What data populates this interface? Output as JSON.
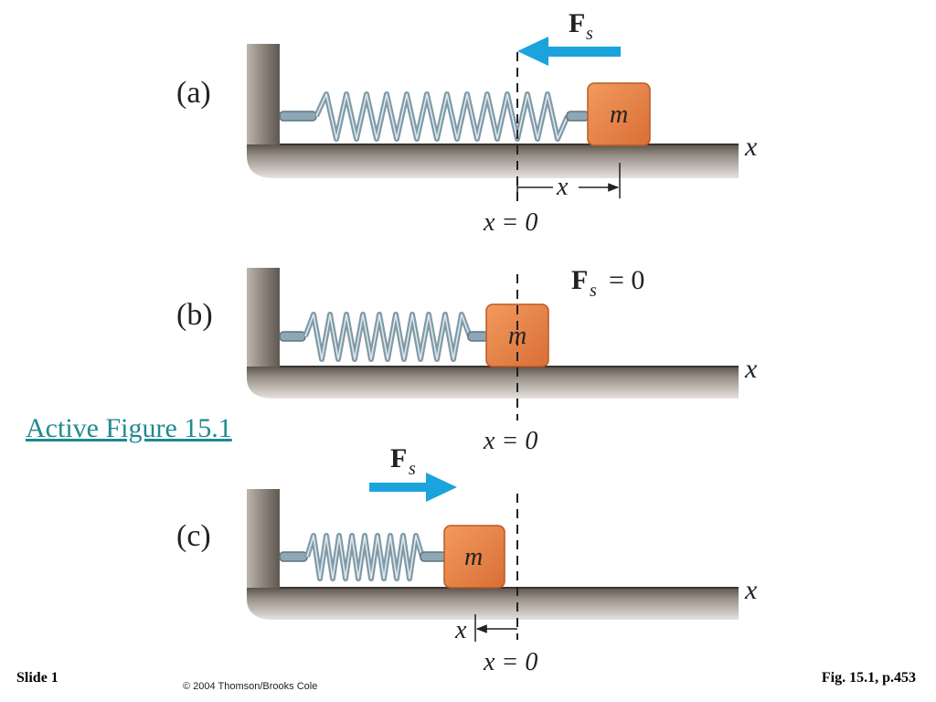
{
  "panels": [
    {
      "id": "a",
      "label": "(a)",
      "mass_label": "m",
      "axis_label": "x",
      "origin_label": "x = 0",
      "force_symbol": "F",
      "force_subscript": "s",
      "displacement_label": "x",
      "force_direction": "left",
      "spring_state": "stretched"
    },
    {
      "id": "b",
      "label": "(b)",
      "mass_label": "m",
      "axis_label": "x",
      "origin_label": "x = 0",
      "force_symbol": "F",
      "force_subscript": "s",
      "force_value_text": "= 0",
      "spring_state": "relaxed"
    },
    {
      "id": "c",
      "label": "(c)",
      "mass_label": "m",
      "axis_label": "x",
      "origin_label": "x = 0",
      "force_symbol": "F",
      "force_subscript": "s",
      "displacement_label": "x",
      "force_direction": "right",
      "spring_state": "compressed"
    }
  ],
  "active_figure_link": "Active Figure 15.1",
  "footer": {
    "slide": "Slide 1",
    "copyright": "© 2004 Thomson/Brooks Cole",
    "figure_ref": "Fig. 15.1, p.453"
  },
  "colors": {
    "block_fill": "#e8874a",
    "force_arrow": "#1aa3dc",
    "spring": "#7f9aa8",
    "wall": "#8a8079",
    "link": "#1f8a8f"
  }
}
